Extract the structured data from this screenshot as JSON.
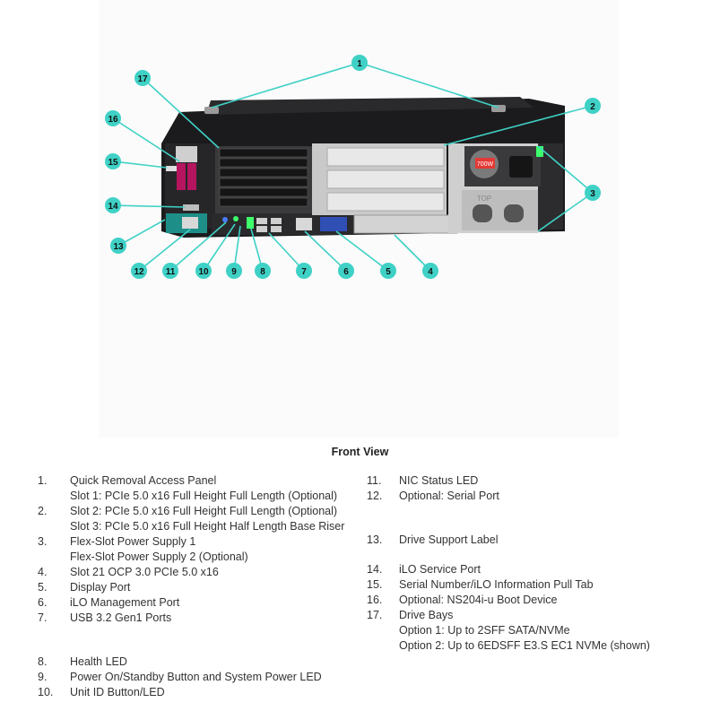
{
  "caption": "Front View",
  "callouts": [
    "1",
    "2",
    "3",
    "4",
    "5",
    "6",
    "7",
    "8",
    "9",
    "10",
    "11",
    "12",
    "13",
    "14",
    "15",
    "16",
    "17"
  ],
  "psu_label": "700W",
  "top_label": "TOP",
  "legend_left": [
    {
      "num": "1.",
      "lines": [
        "Quick Removal Access Panel",
        "Slot 1: PCIe 5.0 x16 Full Height Full Length (Optional)"
      ]
    },
    {
      "num": "2.",
      "lines": [
        "Slot 2: PCIe 5.0 x16 Full Height Full Length (Optional)",
        "Slot 3: PCIe 5.0 x16 Full Height Half Length Base Riser"
      ]
    },
    {
      "num": "3.",
      "lines": [
        "Flex-Slot Power Supply 1",
        "Flex-Slot Power Supply 2 (Optional)"
      ]
    },
    {
      "num": "4.",
      "lines": [
        "Slot 21 OCP 3.0 PCIe 5.0 x16"
      ]
    },
    {
      "num": "5.",
      "lines": [
        "Display Port"
      ]
    },
    {
      "num": "6.",
      "lines": [
        "iLO Management Port"
      ]
    },
    {
      "num": "7.",
      "lines": [
        "USB 3.2 Gen1 Ports"
      ]
    },
    {
      "num": "8.",
      "lines": [
        "Health LED"
      ]
    },
    {
      "num": "9.",
      "lines": [
        "Power On/Standby Button and System Power LED"
      ]
    },
    {
      "num": "10.",
      "lines": [
        "Unit ID Button/LED"
      ]
    }
  ],
  "legend_right": [
    {
      "num": "11.",
      "lines": [
        "NIC Status LED"
      ]
    },
    {
      "num": "12.",
      "lines": [
        "Optional: Serial Port"
      ]
    },
    {
      "num": "13.",
      "lines": [
        "Drive Support Label"
      ]
    },
    {
      "num": "14.",
      "lines": [
        "iLO Service Port"
      ]
    },
    {
      "num": "15.",
      "lines": [
        "Serial Number/iLO Information Pull Tab"
      ]
    },
    {
      "num": "16.",
      "lines": [
        "Optional: NS204i-u Boot Device"
      ]
    },
    {
      "num": "17.",
      "lines": [
        "Drive Bays",
        "Option 1: Up to 2SFF SATA/NVMe",
        "Option 2: Up to 6EDSFF E3.S EC1 NVMe (shown)"
      ]
    }
  ],
  "colors": {
    "callout": "#3fd1c6",
    "callout_text": "#111111",
    "chassis": "#1b1b1d",
    "metal": "#d6d6d6",
    "led_green": "#3dff6a"
  }
}
